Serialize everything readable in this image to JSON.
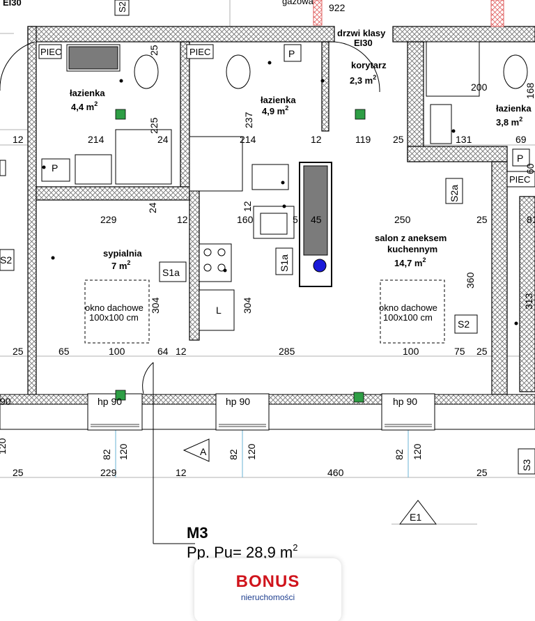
{
  "top_texts": {
    "gas": "gazowa",
    "dim_922": "922",
    "ei30_left": "EI30",
    "s2_top": "S2"
  },
  "door": {
    "label1": "drzwi klasy",
    "label2": "EI30"
  },
  "corridor": {
    "name": "korytarz",
    "area": "2,3 m",
    "sup": "2"
  },
  "bath1": {
    "name": "łazienka",
    "area": "4,4 m",
    "sup": "2",
    "piec": "PIEC"
  },
  "bath2": {
    "name": "łazienka",
    "area": "4,9 m",
    "sup": "2",
    "piec": "PIEC",
    "p": "P"
  },
  "bath3": {
    "name": "łazienka",
    "area": "3,8 m",
    "sup": "2"
  },
  "bedroom": {
    "name": "sypialnia",
    "area": "7 m",
    "sup": "2",
    "window1": "okno dachowe",
    "window2": "100x100 cm"
  },
  "salon": {
    "name1": "salon z aneksem",
    "name2": "kuchennym",
    "area": "14,7 m",
    "sup": "2",
    "window1": "okno dachowe",
    "window2": "100x100 cm"
  },
  "tags": {
    "p_left": "P",
    "p_right": "P",
    "piec_right": "PIEC",
    "s1a_bed": "S1a",
    "s1a_kit": "S1a",
    "s2a": "S2a",
    "s2_left": "S2",
    "s2_salon": "S2",
    "s3": "S3",
    "l": "L",
    "a": "A",
    "e1": "E1"
  },
  "dims": {
    "d12a": "12",
    "d214a": "214",
    "d24a": "24",
    "d225": "225",
    "d25a": "25",
    "d237": "237",
    "d214b": "214",
    "d12b": "12",
    "d119": "119",
    "d25b": "25",
    "d131": "131",
    "d69": "69",
    "d200": "200",
    "d168": "168",
    "d60": "60",
    "d229a": "229",
    "d12c": "12",
    "d160": "160",
    "d5": "5",
    "d45": "45",
    "d250": "250",
    "d25c": "25",
    "d81": "81",
    "d24b": "24",
    "d12d": "12",
    "d304a": "304",
    "d304b": "304",
    "d360": "360",
    "d313": "313",
    "d25d": "25",
    "d65": "65",
    "d100a": "100",
    "d64": "64",
    "d12e": "12",
    "d285": "285",
    "d100b": "100",
    "d75": "75",
    "d25e": "25",
    "hp1": "hp 90",
    "hp2": "hp 90",
    "hp3": "hp 90",
    "d90": "90",
    "d82a": "82",
    "d120a": "120",
    "d82b": "82",
    "d120b": "120",
    "d82c": "82",
    "d120c": "120",
    "d120l": "120",
    "d25f": "25",
    "d229b": "229",
    "d12f": "12",
    "d460": "460",
    "d25g": "25"
  },
  "unit": {
    "code": "M3",
    "area": "Pp. Pu= 28,9 m",
    "sup": "2"
  },
  "logo": {
    "brand": "BONUS",
    "sub": "nieruchomości",
    "brand_color": "#d0141c",
    "sub_color": "#1f3f8f"
  },
  "colors": {
    "wall": "#000000",
    "hatch": "#6e6e6e",
    "vent_green": "#2e9e45",
    "chimney_grey": "#7b7b7b",
    "vent_blue": "#1a1ad8",
    "gas_red": "#e06060",
    "guide_blue": "#6ab3d6"
  }
}
